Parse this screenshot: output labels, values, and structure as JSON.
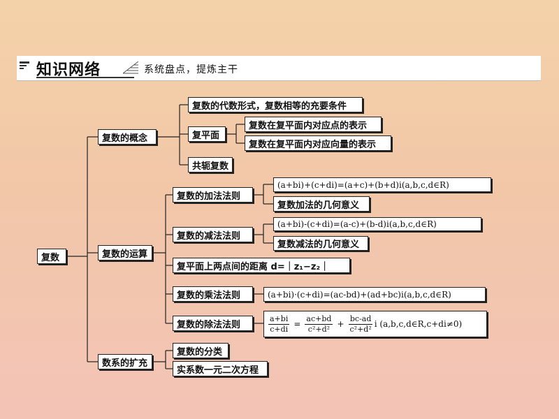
{
  "header": {
    "title": "知识网络",
    "subtitle": "系统盘点，提炼主干"
  },
  "root": "复数",
  "concept": {
    "label": "复数的概念",
    "algebraic": "复数的代数形式，复数相等的充要条件",
    "plane": "复平面",
    "plane_points": "复数在复平面内对应点的表示",
    "plane_vectors": "复数在复平面内对应向量的表示",
    "conjugate": "共轭复数"
  },
  "operations": {
    "label": "复数的运算",
    "add": "复数的加法法则",
    "add_formula": "(a+bi)+(c+di)=(a+c)+(b+d)i(a,b,c,d∈R)",
    "add_geo": "复数加法的几何意义",
    "sub": "复数的减法法则",
    "sub_formula": "(a+bi)-(c+di)=(a-c)+(b-d)i(a,b,c,d∈R)",
    "sub_geo": "复数减法的几何意义",
    "distance": "复平面上两点间的距离  d=｜z₁−z₂｜",
    "mul": "复数的乘法法则",
    "mul_formula": "(a+bi)·(c+di)=(ac-bd)+(ad+bc)i(a,b,c,d∈R)",
    "div": "复数的除法法则",
    "div_f1_num": "a+bi",
    "div_f1_den": "c+di",
    "div_eq": "=",
    "div_f2_num": "ac+bd",
    "div_f2_den": "c²+d²",
    "div_plus": "+",
    "div_f3_num": "bc-ad",
    "div_f3_den": "c²+d²",
    "div_tail": "i (a,b,c,d∈R,c+di≠0)"
  },
  "extension": {
    "label": "数系的扩充",
    "classification": "复数的分类",
    "quadratic": "实系数一元二次方程"
  }
}
